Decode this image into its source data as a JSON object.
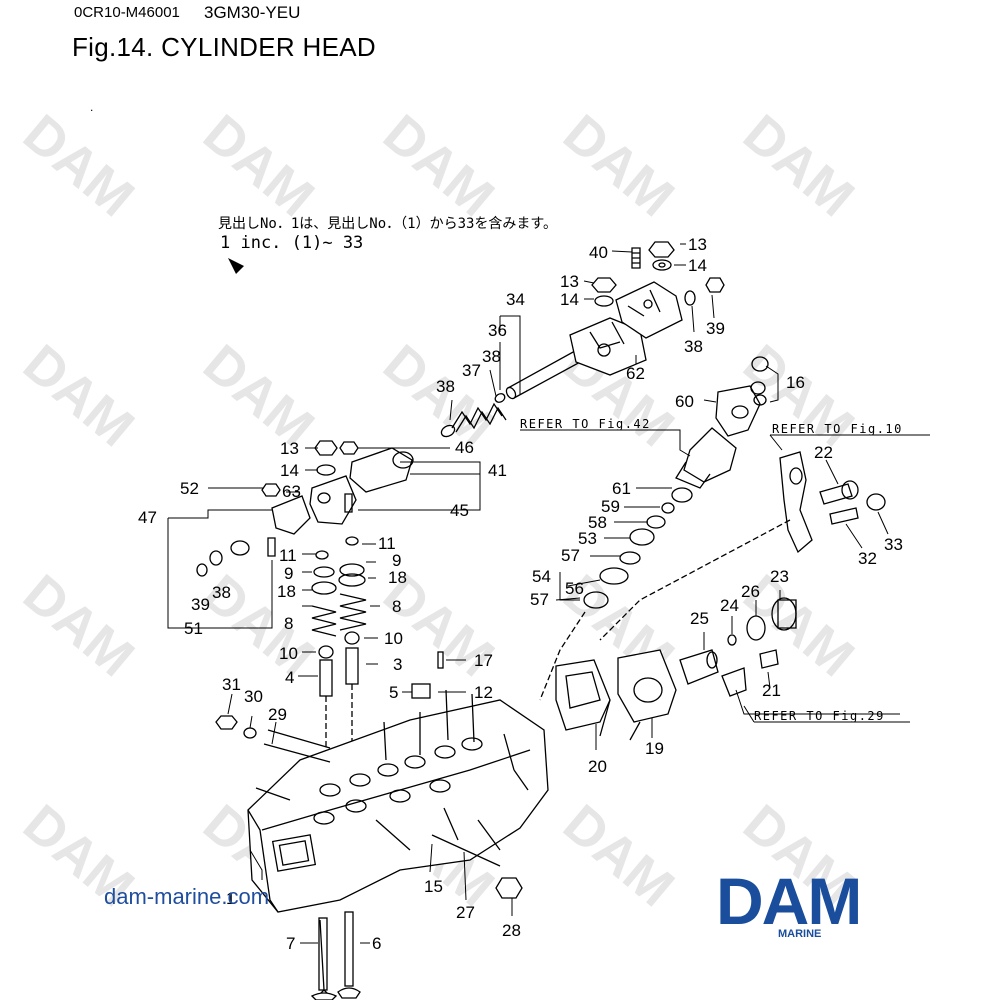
{
  "header": {
    "code": "0CR10-M46001",
    "model": "3GM30-YEU",
    "title": "Fig.14.  CYLINDER HEAD"
  },
  "watermark": "DAM",
  "note": {
    "jp": "見出しNo．1は、見出しNo．（1）から33を含みます。",
    "en": "1 inc. (1)~ 33"
  },
  "refs": {
    "fig42": "REFER TO Fig.42",
    "fig10": "REFER TO Fig.10",
    "fig29": "REFER TO Fig.29"
  },
  "labels": {
    "l13a": "13",
    "l40": "40",
    "l14a": "14",
    "l13b": "13",
    "l14b": "14",
    "l39a": "39",
    "l34": "34",
    "l36": "36",
    "l38a": "38",
    "l37": "37",
    "l38b": "38",
    "l38c": "38",
    "l62": "62",
    "l16": "16",
    "l60": "60",
    "l13c": "13",
    "l46": "46",
    "l14c": "14",
    "l41": "41",
    "l52": "52",
    "l63": "63",
    "l45": "45",
    "l47": "47",
    "l11a": "11",
    "l11b": "11",
    "l9a": "9",
    "l9b": "9",
    "l18a": "18",
    "l18b": "18",
    "l39b": "39",
    "l38d": "38",
    "l8a": "8",
    "l8b": "8",
    "l51": "51",
    "l10a": "10",
    "l10b": "10",
    "l3": "3",
    "l4": "4",
    "l17": "17",
    "l61": "61",
    "l59": "59",
    "l58": "58",
    "l53": "53",
    "l57a": "57",
    "l54": "54",
    "l56": "56",
    "l57b": "57",
    "l22": "22",
    "l33": "33",
    "l32": "32",
    "l26": "26",
    "l24": "24",
    "l23": "23",
    "l25": "25",
    "l21": "21",
    "l31": "31",
    "l30": "30",
    "l29": "29",
    "l5": "5",
    "l12": "12",
    "l20": "20",
    "l19": "19",
    "l1": "1",
    "l15": "15",
    "l27": "27",
    "l28": "28",
    "l7": "7",
    "l6": "6"
  },
  "website": "dam-marine.com",
  "logo": {
    "main": "DAM",
    "sub": "MARINE"
  }
}
